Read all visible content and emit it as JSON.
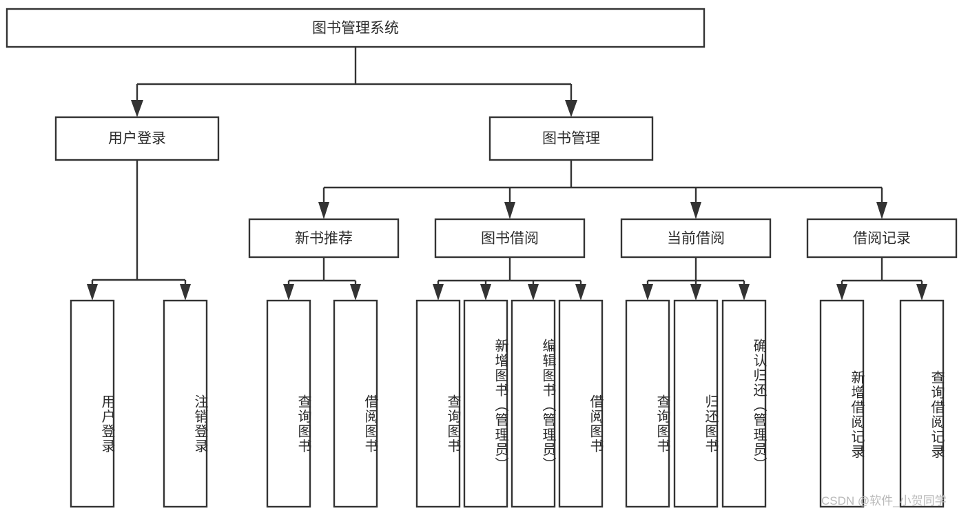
{
  "diagram": {
    "type": "tree",
    "title": "图书管理系统",
    "root": {
      "label": "图书管理系统"
    },
    "level2": [
      {
        "label": "用户登录"
      },
      {
        "label": "图书管理"
      }
    ],
    "level3": [
      {
        "label": "新书推荐"
      },
      {
        "label": "图书借阅"
      },
      {
        "label": "当前借阅"
      },
      {
        "label": "借阅记录"
      }
    ],
    "leaves": {
      "user_login": [
        {
          "label": "用户登录"
        },
        {
          "label": "注销登录"
        }
      ],
      "new_book_recommend": [
        {
          "label": "查询图书"
        },
        {
          "label": "借阅图书"
        }
      ],
      "book_borrow": [
        {
          "label": "查询图书"
        },
        {
          "label": "新增图书（管理员）"
        },
        {
          "label": "编辑图书（管理员）"
        },
        {
          "label": "借阅图书"
        }
      ],
      "current_borrow": [
        {
          "label": "查询图书"
        },
        {
          "label": "归还图书"
        },
        {
          "label": "确认归还（管理员）"
        }
      ],
      "borrow_record": [
        {
          "label": "新增借阅记录"
        },
        {
          "label": "查询借阅记录"
        }
      ]
    }
  },
  "watermark": {
    "text": "CSDN @软件_小贺同学"
  },
  "colors": {
    "stroke": "#333333",
    "box_fill": "#ffffff",
    "text": "#2b2b2b",
    "watermark": "#b9b9b9",
    "background": "#ffffff"
  }
}
